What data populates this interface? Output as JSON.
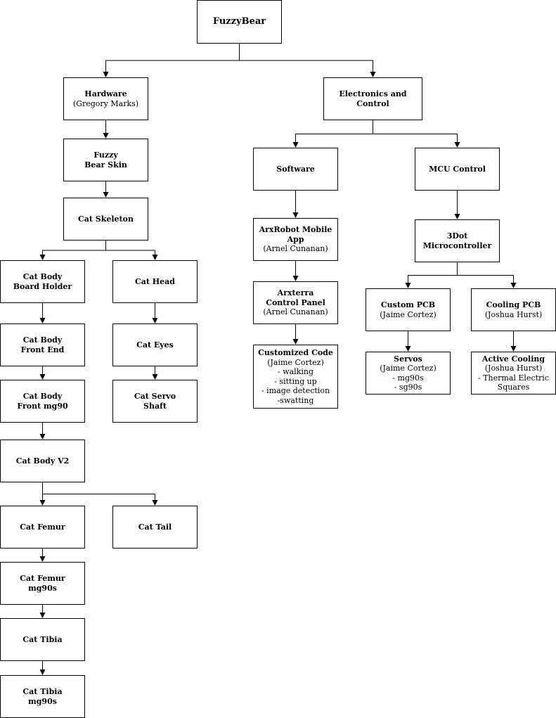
{
  "nodes": {
    "root": {
      "title": [
        "FuzzyBear"
      ]
    },
    "hardware": {
      "title": [
        "Hardware"
      ],
      "sub": [
        "(Gregory Marks)"
      ]
    },
    "bear_skin": {
      "title": [
        "Fuzzy",
        "Bear Skin"
      ]
    },
    "cat_skeleton": {
      "title": [
        "Cat Skeleton"
      ]
    },
    "body_board_holder": {
      "title": [
        "Cat Body",
        "Board Holder"
      ]
    },
    "cat_head": {
      "title": [
        "Cat Head"
      ]
    },
    "body_front_end": {
      "title": [
        "Cat Body",
        "Front End"
      ]
    },
    "cat_eyes": {
      "title": [
        "Cat Eyes"
      ]
    },
    "body_front_mg90": {
      "title": [
        "Cat Body",
        "Front mg90"
      ]
    },
    "servo_shaft": {
      "title": [
        "Cat Servo",
        "Shaft"
      ]
    },
    "body_v2": {
      "title": [
        "Cat Body V2"
      ]
    },
    "femur": {
      "title": [
        "Cat Femur"
      ]
    },
    "tail": {
      "title": [
        "Cat Tail"
      ]
    },
    "femur_mg90s": {
      "title": [
        "Cat Femur",
        "mg90s"
      ]
    },
    "tibia": {
      "title": [
        "Cat Tibia"
      ]
    },
    "tibia_mg90s": {
      "title": [
        "Cat Tibia",
        "mg90s"
      ]
    },
    "electronics": {
      "title": [
        "Electronics and Control"
      ]
    },
    "software": {
      "title": [
        "Software"
      ]
    },
    "mcu_control": {
      "title": [
        "MCU Control"
      ]
    },
    "mobile_app": {
      "title": [
        "ArxRobot Mobile App"
      ],
      "sub": [
        "(Arnel Cunanan)"
      ]
    },
    "microcontroller": {
      "title": [
        "3Dot Microcontroller"
      ]
    },
    "control_panel": {
      "title": [
        "Arxterra",
        "Control Panel"
      ],
      "sub": [
        "(Arnel Cunanan)"
      ]
    },
    "custom_pcb": {
      "title": [
        "Custom PCB"
      ],
      "sub": [
        "(Jaime Cortez)"
      ]
    },
    "cooling_pcb": {
      "title": [
        "Cooling PCB"
      ],
      "sub": [
        "(Joshua Hurst)"
      ]
    },
    "custom_code": {
      "title": [
        "Customized Code"
      ],
      "sub": [
        "(Jaime Cortez)",
        "- walking",
        "- sitting up",
        "- image detection",
        "-swatting"
      ]
    },
    "servos": {
      "title": [
        "Servos"
      ],
      "sub": [
        "(Jaime Cortez)",
        "- mg90s",
        "- sg90s"
      ]
    },
    "active_cooling": {
      "title": [
        "Active Cooling"
      ],
      "sub": [
        "(Joshua Hurst)",
        "- Thermal Electric",
        "Squares"
      ]
    }
  },
  "edges": [
    {
      "from": "root",
      "to": "hardware"
    },
    {
      "from": "root",
      "to": "electronics"
    },
    {
      "from": "hardware",
      "to": "bear_skin"
    },
    {
      "from": "bear_skin",
      "to": "cat_skeleton"
    },
    {
      "from": "cat_skeleton",
      "to": "body_board_holder"
    },
    {
      "from": "cat_skeleton",
      "to": "cat_head"
    },
    {
      "from": "body_board_holder",
      "to": "body_front_end"
    },
    {
      "from": "body_front_end",
      "to": "body_front_mg90"
    },
    {
      "from": "body_front_mg90",
      "to": "body_v2"
    },
    {
      "from": "body_v2",
      "to": "femur"
    },
    {
      "from": "body_v2",
      "to": "tail"
    },
    {
      "from": "femur",
      "to": "femur_mg90s"
    },
    {
      "from": "femur_mg90s",
      "to": "tibia"
    },
    {
      "from": "tibia",
      "to": "tibia_mg90s"
    },
    {
      "from": "cat_head",
      "to": "cat_eyes"
    },
    {
      "from": "cat_eyes",
      "to": "servo_shaft"
    },
    {
      "from": "electronics",
      "to": "software"
    },
    {
      "from": "electronics",
      "to": "mcu_control"
    },
    {
      "from": "software",
      "to": "mobile_app"
    },
    {
      "from": "mobile_app",
      "to": "control_panel"
    },
    {
      "from": "control_panel",
      "to": "custom_code"
    },
    {
      "from": "mcu_control",
      "to": "microcontroller"
    },
    {
      "from": "microcontroller",
      "to": "custom_pcb"
    },
    {
      "from": "microcontroller",
      "to": "cooling_pcb"
    },
    {
      "from": "custom_pcb",
      "to": "servos"
    },
    {
      "from": "cooling_pcb",
      "to": "active_cooling"
    }
  ]
}
